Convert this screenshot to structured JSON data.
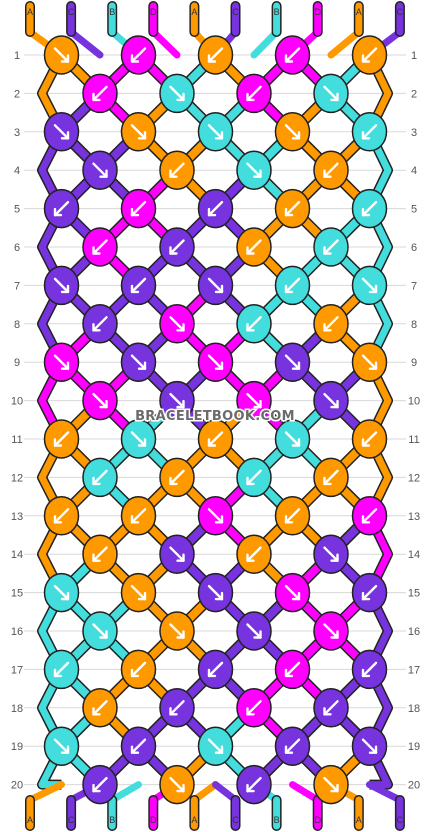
{
  "watermark": "BRACELETBOOK.COM",
  "colors": {
    "A": "#ff9900",
    "B": "#44dddd",
    "C": "#7733dd",
    "D": "#ff00ff"
  },
  "strands_top": [
    "A",
    "C",
    "B",
    "D",
    "A",
    "C",
    "B",
    "D",
    "A",
    "C"
  ],
  "strands_bottom": [
    "A",
    "C",
    "B",
    "D",
    "A",
    "C",
    "B",
    "D",
    "A",
    "C"
  ],
  "rows": [
    1,
    2,
    3,
    4,
    5,
    6,
    7,
    8,
    9,
    10,
    11,
    12,
    13,
    14,
    15,
    16,
    17,
    18,
    19,
    20
  ],
  "knots": [
    [
      {
        "c": "A",
        "d": "se"
      },
      {
        "c": "D",
        "d": "sw"
      },
      {
        "c": "A",
        "d": "sw"
      },
      {
        "c": "D",
        "d": "sw"
      },
      {
        "c": "A",
        "d": "sw"
      }
    ],
    [
      {
        "c": "D",
        "d": "sw"
      },
      {
        "c": "B",
        "d": "se"
      },
      {
        "c": "D",
        "d": "sw"
      },
      {
        "c": "B",
        "d": "se"
      }
    ],
    [
      {
        "c": "C",
        "d": "se"
      },
      {
        "c": "A",
        "d": "se"
      },
      {
        "c": "B",
        "d": "se"
      },
      {
        "c": "A",
        "d": "se"
      },
      {
        "c": "B",
        "d": "sw"
      }
    ],
    [
      {
        "c": "C",
        "d": "se"
      },
      {
        "c": "A",
        "d": "sw"
      },
      {
        "c": "B",
        "d": "se"
      },
      {
        "c": "A",
        "d": "sw"
      }
    ],
    [
      {
        "c": "C",
        "d": "sw"
      },
      {
        "c": "D",
        "d": "sw"
      },
      {
        "c": "C",
        "d": "sw"
      },
      {
        "c": "A",
        "d": "sw"
      },
      {
        "c": "B",
        "d": "sw"
      }
    ],
    [
      {
        "c": "D",
        "d": "sw"
      },
      {
        "c": "C",
        "d": "sw"
      },
      {
        "c": "A",
        "d": "sw"
      },
      {
        "c": "B",
        "d": "sw"
      }
    ],
    [
      {
        "c": "C",
        "d": "se"
      },
      {
        "c": "C",
        "d": "sw"
      },
      {
        "c": "C",
        "d": "se"
      },
      {
        "c": "B",
        "d": "sw"
      },
      {
        "c": "B",
        "d": "se"
      }
    ],
    [
      {
        "c": "C",
        "d": "sw"
      },
      {
        "c": "D",
        "d": "se"
      },
      {
        "c": "B",
        "d": "sw"
      },
      {
        "c": "A",
        "d": "sw"
      }
    ],
    [
      {
        "c": "D",
        "d": "se"
      },
      {
        "c": "C",
        "d": "se"
      },
      {
        "c": "D",
        "d": "se"
      },
      {
        "c": "C",
        "d": "se"
      },
      {
        "c": "A",
        "d": "se"
      }
    ],
    [
      {
        "c": "D",
        "d": "se"
      },
      {
        "c": "C",
        "d": "se"
      },
      {
        "c": "D",
        "d": "se"
      },
      {
        "c": "C",
        "d": "se"
      }
    ],
    [
      {
        "c": "A",
        "d": "sw"
      },
      {
        "c": "B",
        "d": "se"
      },
      {
        "c": "A",
        "d": "sw"
      },
      {
        "c": "B",
        "d": "se"
      },
      {
        "c": "A",
        "d": "sw"
      }
    ],
    [
      {
        "c": "B",
        "d": "sw"
      },
      {
        "c": "A",
        "d": "sw"
      },
      {
        "c": "B",
        "d": "sw"
      },
      {
        "c": "A",
        "d": "sw"
      }
    ],
    [
      {
        "c": "A",
        "d": "sw"
      },
      {
        "c": "A",
        "d": "sw"
      },
      {
        "c": "D",
        "d": "se"
      },
      {
        "c": "A",
        "d": "sw"
      },
      {
        "c": "D",
        "d": "sw"
      }
    ],
    [
      {
        "c": "A",
        "d": "sw"
      },
      {
        "c": "C",
        "d": "se"
      },
      {
        "c": "A",
        "d": "sw"
      },
      {
        "c": "C",
        "d": "se"
      }
    ],
    [
      {
        "c": "B",
        "d": "se"
      },
      {
        "c": "A",
        "d": "se"
      },
      {
        "c": "C",
        "d": "se"
      },
      {
        "c": "D",
        "d": "se"
      },
      {
        "c": "C",
        "d": "sw"
      }
    ],
    [
      {
        "c": "B",
        "d": "se"
      },
      {
        "c": "A",
        "d": "se"
      },
      {
        "c": "C",
        "d": "se"
      },
      {
        "c": "D",
        "d": "se"
      }
    ],
    [
      {
        "c": "B",
        "d": "sw"
      },
      {
        "c": "A",
        "d": "sw"
      },
      {
        "c": "C",
        "d": "sw"
      },
      {
        "c": "D",
        "d": "sw"
      },
      {
        "c": "C",
        "d": "sw"
      }
    ],
    [
      {
        "c": "A",
        "d": "sw"
      },
      {
        "c": "C",
        "d": "sw"
      },
      {
        "c": "D",
        "d": "sw"
      },
      {
        "c": "C",
        "d": "sw"
      }
    ],
    [
      {
        "c": "B",
        "d": "se"
      },
      {
        "c": "C",
        "d": "sw"
      },
      {
        "c": "B",
        "d": "se"
      },
      {
        "c": "C",
        "d": "sw"
      },
      {
        "c": "C",
        "d": "se"
      }
    ],
    [
      {
        "c": "C",
        "d": "sw"
      },
      {
        "c": "A",
        "d": "se"
      },
      {
        "c": "C",
        "d": "sw"
      },
      {
        "c": "A",
        "d": "se"
      }
    ]
  ]
}
